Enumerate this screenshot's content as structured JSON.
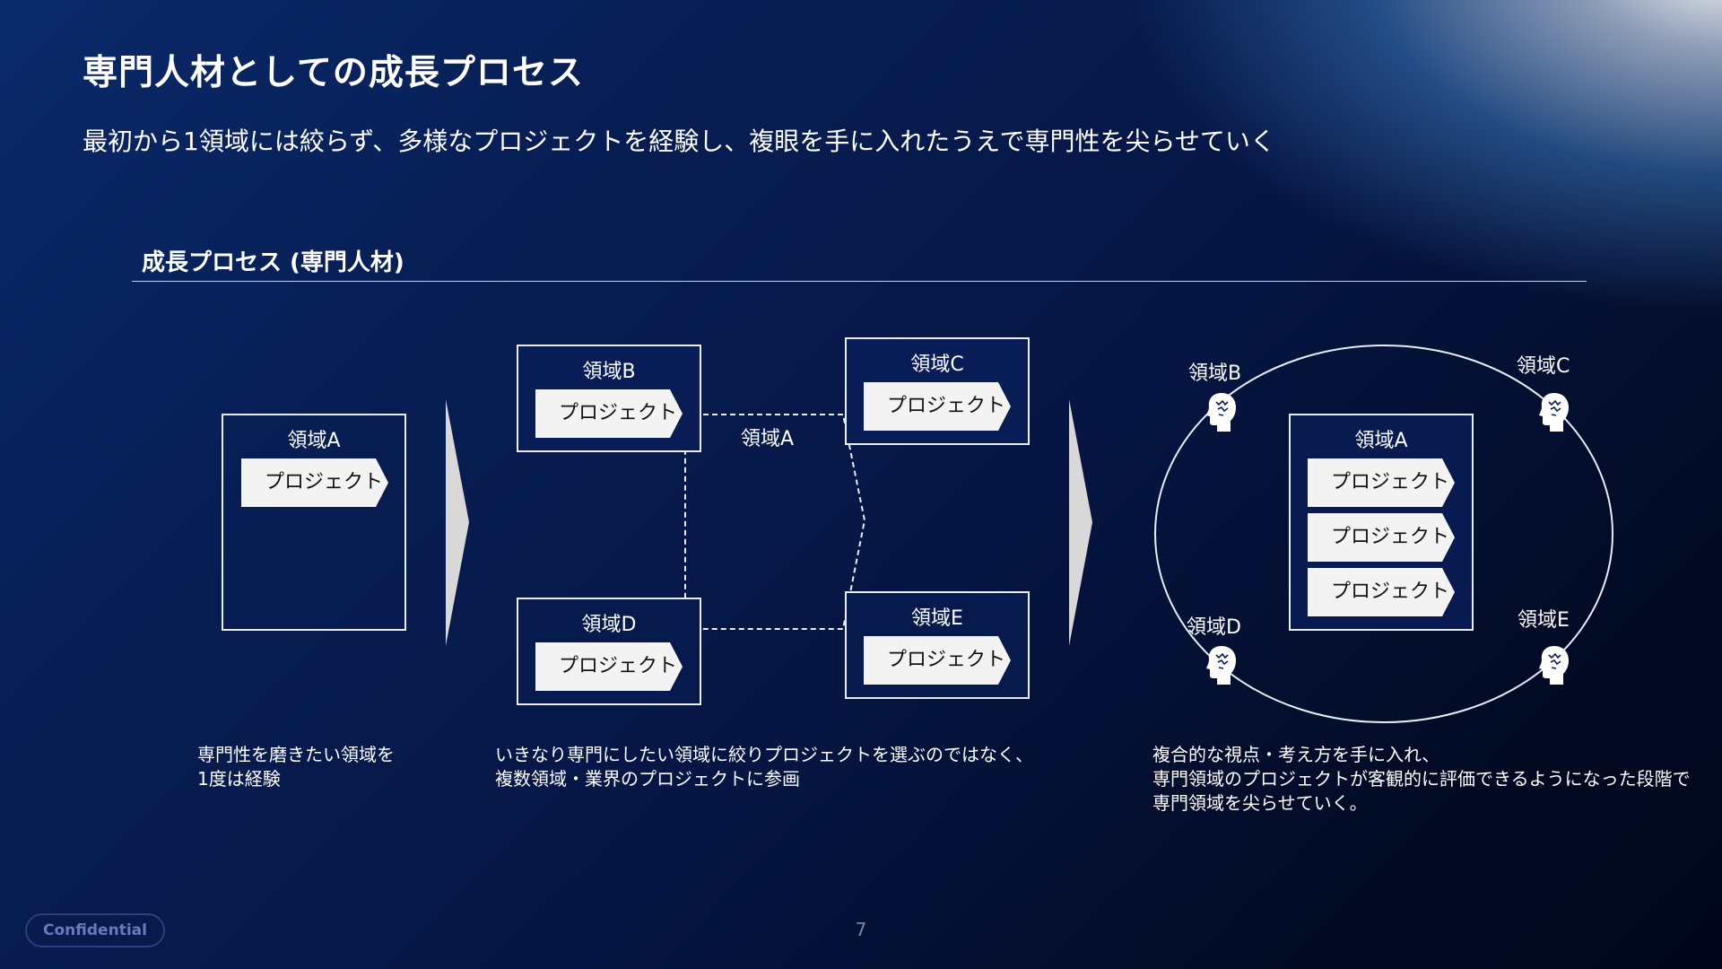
{
  "slide": {
    "title": "専門人材としての成長プロセス",
    "subtitle": "最初から1領域には絞らず、多様なプロジェクトを経験し、複眼を手に入れたうえで専門性を尖らせていく",
    "section_title": "成長プロセス (専門人材)",
    "confidential": "Confidential",
    "page_number": "7"
  },
  "stage1": {
    "domain_label": "領域A",
    "project_label": "プロジェクト",
    "caption": [
      "専門性を磨きたい領域を",
      "1度は経験"
    ]
  },
  "stage2": {
    "domains": [
      {
        "label": "領域B",
        "project": "プロジェクト"
      },
      {
        "label": "領域C",
        "project": "プロジェクト"
      },
      {
        "label": "領域D",
        "project": "プロジェクト"
      },
      {
        "label": "領域E",
        "project": "プロジェクト"
      }
    ],
    "center_label": "領域A",
    "caption": [
      "いきなり専門にしたい領域に絞りプロジェクトを選ぶのではなく、",
      "複数領域・業界のプロジェクトに参画"
    ]
  },
  "stage3": {
    "center_label": "領域A",
    "projects": [
      "プロジェクト",
      "プロジェクト",
      "プロジェクト"
    ],
    "nodes": [
      "領域B",
      "領域C",
      "領域D",
      "領域E"
    ],
    "caption": [
      "複合的な視点・考え方を手に入れ、",
      "専門領域のプロジェクトが客観的に評価できるようになった段階で",
      "専門領域を尖らせていく。"
    ]
  },
  "icons": {
    "arrow": "chevron-arrow-icon",
    "head": "thinking-head-icon"
  },
  "colors": {
    "background_dark": "#061644",
    "box_border": "#e8edf6",
    "project_fill": "#f3f3f3",
    "confidential": "#6c7ab8"
  }
}
